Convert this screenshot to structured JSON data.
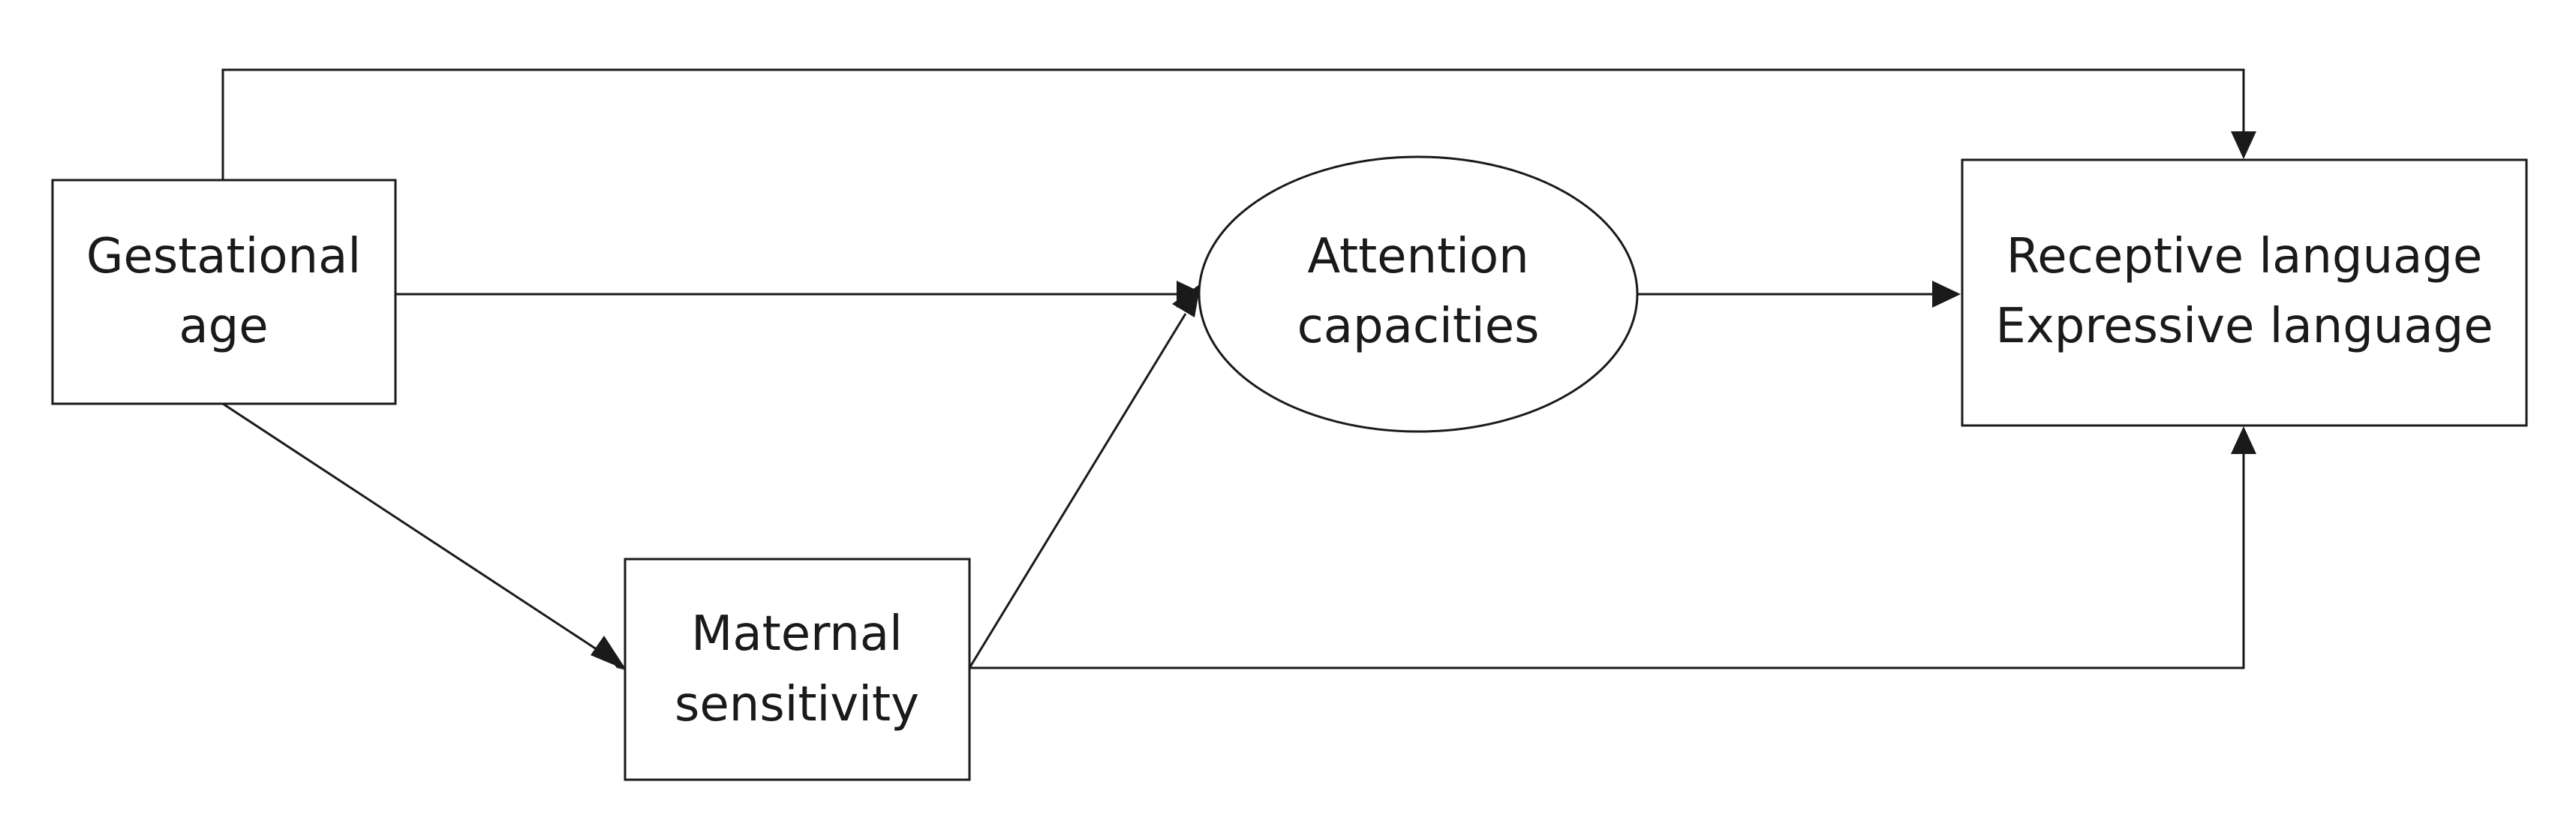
{
  "nodes": {
    "gestational_age": {
      "line1": "Gestational",
      "line2": "age"
    },
    "maternal_sensitivity": {
      "line1": "Maternal",
      "line2": "sensitivity"
    },
    "attention_capacities": {
      "line1": "Attention",
      "line2": "capacities"
    },
    "language_outcomes": {
      "line1": "Receptive language",
      "line2": "Expressive language"
    }
  },
  "edges": [
    {
      "from": "gestational_age",
      "to": "language_outcomes"
    },
    {
      "from": "gestational_age",
      "to": "attention_capacities"
    },
    {
      "from": "gestational_age",
      "to": "maternal_sensitivity"
    },
    {
      "from": "maternal_sensitivity",
      "to": "attention_capacities"
    },
    {
      "from": "maternal_sensitivity",
      "to": "language_outcomes"
    },
    {
      "from": "attention_capacities",
      "to": "language_outcomes"
    }
  ],
  "colors": {
    "stroke": "#1a1a1a",
    "fill": "#ffffff"
  }
}
